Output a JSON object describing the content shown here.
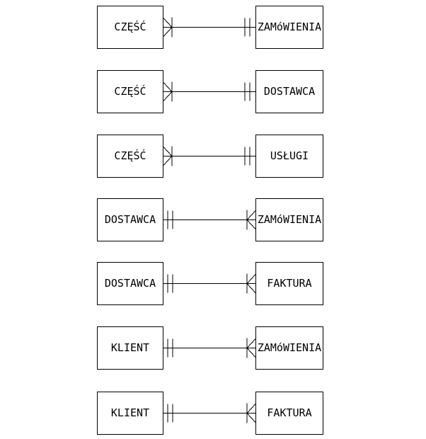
{
  "colors": {
    "background": "#ffffff",
    "line": "#000000",
    "box_border": "#000000",
    "text": "#000000"
  },
  "diagram": {
    "type": "entity-relationship",
    "notation": "crow-foot",
    "rows": [
      {
        "left": "CZĘŚĆ",
        "right": "ZAMóWIENIA",
        "left_cardinality": "many",
        "right_cardinality": "one"
      },
      {
        "left": "CZĘŚĆ",
        "right": "DOSTAWCA",
        "left_cardinality": "many",
        "right_cardinality": "one"
      },
      {
        "left": "CZĘŚĆ",
        "right": "USŁUGI",
        "left_cardinality": "many",
        "right_cardinality": "one"
      },
      {
        "left": "DOSTAWCA",
        "right": "ZAMóWIENIA",
        "left_cardinality": "one",
        "right_cardinality": "many"
      },
      {
        "left": "DOSTAWCA",
        "right": "FAKTURA",
        "left_cardinality": "one",
        "right_cardinality": "many"
      },
      {
        "left": "KLIENT",
        "right": "ZAMóWIENIA",
        "left_cardinality": "one",
        "right_cardinality": "many"
      },
      {
        "left": "KLIENT",
        "right": "FAKTURA",
        "left_cardinality": "one",
        "right_cardinality": "many"
      }
    ]
  }
}
